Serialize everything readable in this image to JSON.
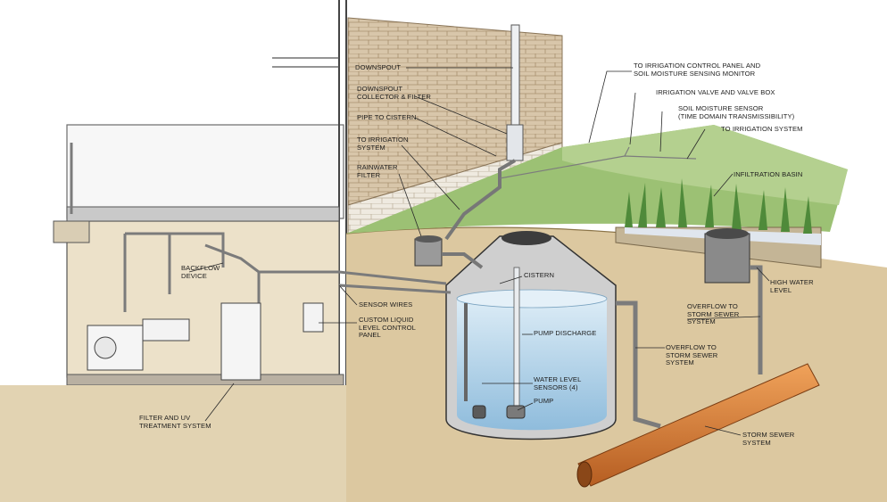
{
  "labels": {
    "downspout": "DOWNSPOUT",
    "downspout_collector": "DOWNSPOUT\nCOLLECTOR & FILTER",
    "pipe_to_cistern": "PIPE TO CISTERN",
    "to_irrigation_system_left": "TO IRRIGATION\nSYSTEM",
    "rainwater_filter": "RAINWATER\nFILTER",
    "to_irrigation_control": "TO IRRIGATION CONTROL PANEL AND\nSOIL MOISTURE SENSING MONITOR",
    "irrigation_valve": "IRRIGATION VALVE AND VALVE BOX",
    "soil_moisture_sensor": "SOIL MOISTURE SENSOR\n(TIME DOMAIN TRANSMISSIBILITY)",
    "to_irrigation_system_right": "TO IRRIGATION SYSTEM",
    "infiltration_basin": "INFILTRATION BASIN",
    "backflow_device": "BACKFLOW\nDEVICE",
    "cistern": "CISTERN",
    "sensor_wires": "SENSOR WIRES",
    "custom_panel": "CUSTOM LIQUID\nLEVEL CONTROL\nPANEL",
    "pump_discharge": "PUMP DISCHARGE",
    "high_water_level": "HIGH WATER\nLEVEL",
    "overflow_storm_upper": "OVERFLOW TO\nSTORM SEWER\nSYSTEM",
    "overflow_storm_lower": "OVERFLOW TO\nSTORM SEWER\nSYSTEM",
    "water_level_sensors": "WATER LEVEL\nSENSORS (4)",
    "pump": "PUMP",
    "filter_uv": "FILTER AND UV\nTREATMENT SYSTEM",
    "storm_sewer": "STORM SEWER\nSYSTEM"
  },
  "colors": {
    "soil": "#d9c49a",
    "grass": "#8fb56a",
    "water": "#a9cde4",
    "pipe": "#e9ecef",
    "storm_pipe": "#d9823a",
    "wall": "#f2f2f2",
    "brick": "#cdb79a"
  }
}
